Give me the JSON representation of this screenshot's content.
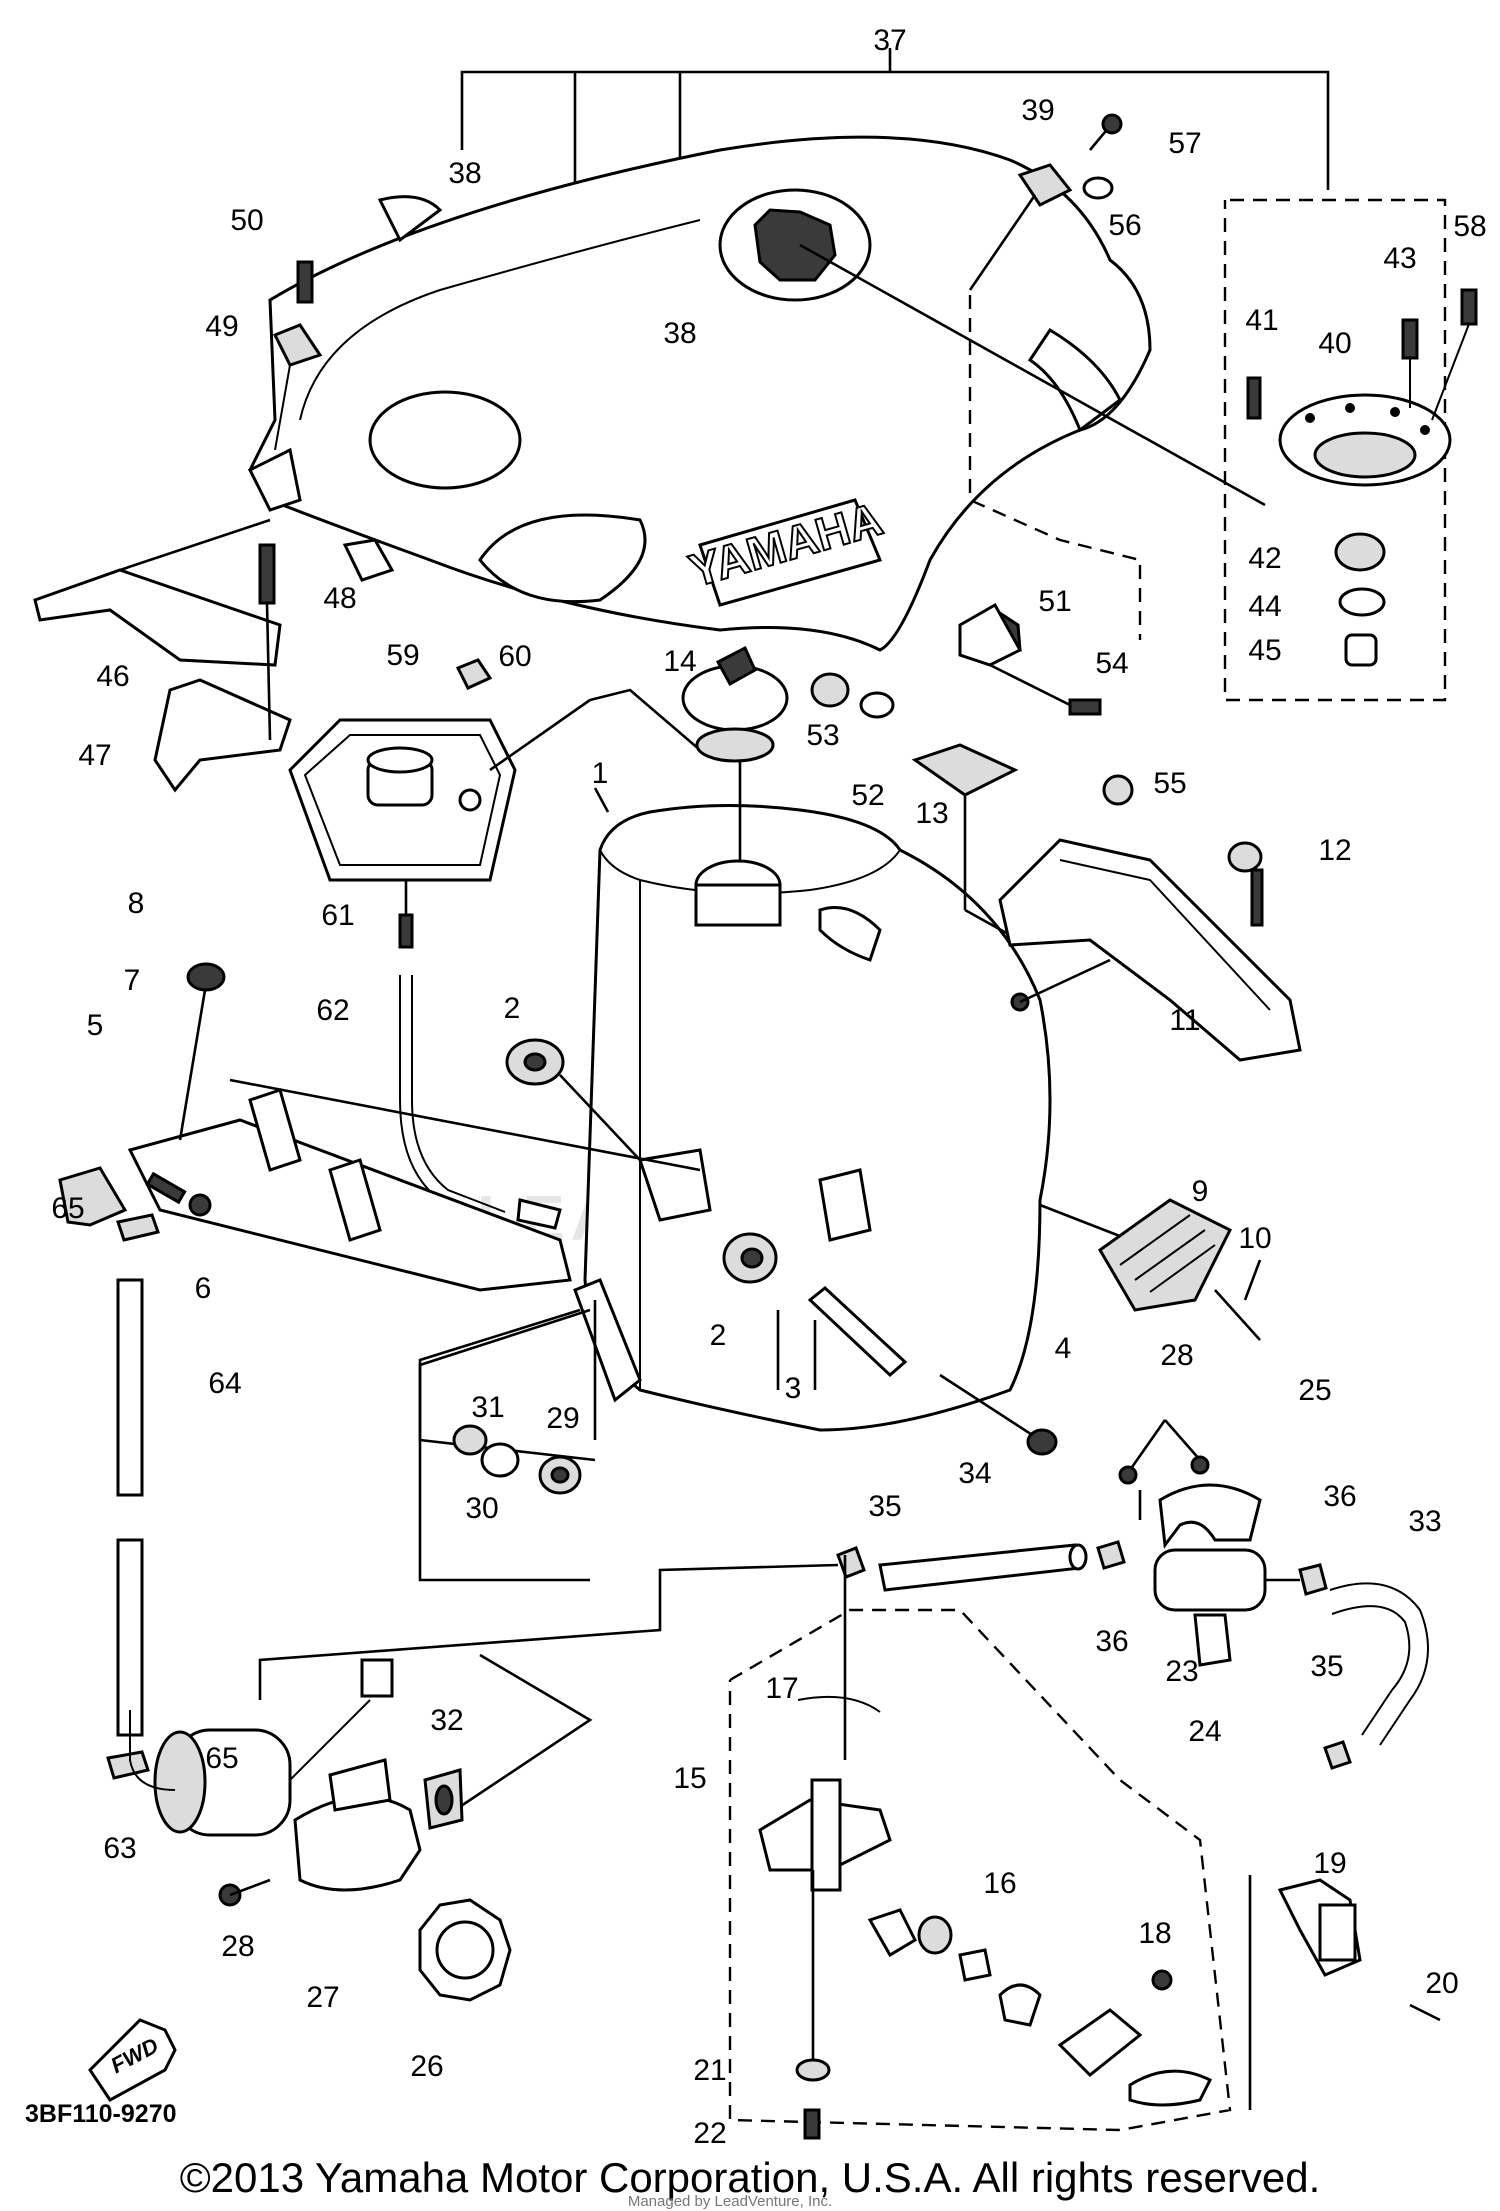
{
  "diagram": {
    "code": "3BF110-9270",
    "copyright": "©2013 Yamaha Motor Corporation, U.S.A. All rights reserved.",
    "credit": "Managed by LeadVenture, Inc.",
    "watermark": "LEADVENTURE",
    "tank_logo": "YAMAHA",
    "fwd_label": "FWD",
    "parts": [
      {
        "id": "p37",
        "label": "37"
      },
      {
        "id": "p38a",
        "label": "38"
      },
      {
        "id": "p38b",
        "label": "38"
      },
      {
        "id": "p39",
        "label": "39"
      },
      {
        "id": "p57",
        "label": "57"
      },
      {
        "id": "p56",
        "label": "56"
      },
      {
        "id": "p58",
        "label": "58"
      },
      {
        "id": "p43",
        "label": "43"
      },
      {
        "id": "p41",
        "label": "41"
      },
      {
        "id": "p40",
        "label": "40"
      },
      {
        "id": "p42",
        "label": "42"
      },
      {
        "id": "p44",
        "label": "44"
      },
      {
        "id": "p45",
        "label": "45"
      },
      {
        "id": "p50",
        "label": "50"
      },
      {
        "id": "p49",
        "label": "49"
      },
      {
        "id": "p48",
        "label": "48"
      },
      {
        "id": "p46",
        "label": "46"
      },
      {
        "id": "p47",
        "label": "47"
      },
      {
        "id": "p59",
        "label": "59"
      },
      {
        "id": "p60",
        "label": "60"
      },
      {
        "id": "p14",
        "label": "14"
      },
      {
        "id": "p53",
        "label": "53"
      },
      {
        "id": "p52",
        "label": "52"
      },
      {
        "id": "p51",
        "label": "51"
      },
      {
        "id": "p54",
        "label": "54"
      },
      {
        "id": "p13",
        "label": "13"
      },
      {
        "id": "p55",
        "label": "55"
      },
      {
        "id": "p12",
        "label": "12"
      },
      {
        "id": "p1",
        "label": "1"
      },
      {
        "id": "p61",
        "label": "61"
      },
      {
        "id": "p8",
        "label": "8"
      },
      {
        "id": "p62",
        "label": "62"
      },
      {
        "id": "p7",
        "label": "7"
      },
      {
        "id": "p5",
        "label": "5"
      },
      {
        "id": "p2a",
        "label": "2"
      },
      {
        "id": "p11",
        "label": "11"
      },
      {
        "id": "p65a",
        "label": "65"
      },
      {
        "id": "p6",
        "label": "6"
      },
      {
        "id": "p9",
        "label": "9"
      },
      {
        "id": "p10",
        "label": "10"
      },
      {
        "id": "p2b",
        "label": "2"
      },
      {
        "id": "p64",
        "label": "64"
      },
      {
        "id": "p3",
        "label": "3"
      },
      {
        "id": "p4",
        "label": "4"
      },
      {
        "id": "p28a",
        "label": "28"
      },
      {
        "id": "p25",
        "label": "25"
      },
      {
        "id": "p31",
        "label": "31"
      },
      {
        "id": "p29",
        "label": "29"
      },
      {
        "id": "p30",
        "label": "30"
      },
      {
        "id": "p35a",
        "label": "35"
      },
      {
        "id": "p34",
        "label": "34"
      },
      {
        "id": "p36a",
        "label": "36"
      },
      {
        "id": "p33",
        "label": "33"
      },
      {
        "id": "p36b",
        "label": "36"
      },
      {
        "id": "p23",
        "label": "23"
      },
      {
        "id": "p24",
        "label": "24"
      },
      {
        "id": "p65b",
        "label": "65"
      },
      {
        "id": "p17",
        "label": "17"
      },
      {
        "id": "p35b",
        "label": "35"
      },
      {
        "id": "p32",
        "label": "32"
      },
      {
        "id": "p15",
        "label": "15"
      },
      {
        "id": "p63",
        "label": "63"
      },
      {
        "id": "p16",
        "label": "16"
      },
      {
        "id": "p19",
        "label": "19"
      },
      {
        "id": "p18",
        "label": "18"
      },
      {
        "id": "p20",
        "label": "20"
      },
      {
        "id": "p28b",
        "label": "28"
      },
      {
        "id": "p27",
        "label": "27"
      },
      {
        "id": "p21",
        "label": "21"
      },
      {
        "id": "p26",
        "label": "26"
      },
      {
        "id": "p22",
        "label": "22"
      }
    ]
  }
}
